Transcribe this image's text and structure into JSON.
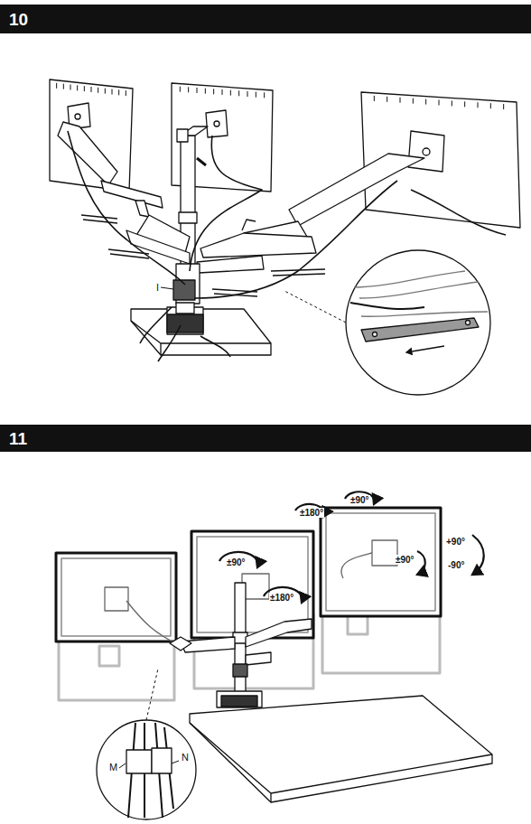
{
  "diagram": {
    "nodes": [
      {
        "text": [
          "10"
        ]
      },
      {
        "text": [
          "11"
        ]
      }
    ],
    "labels": [
      "I",
      "±180°",
      "±90°",
      "±90°",
      "±180°",
      "±90°",
      "+90°",
      "-90°",
      "M",
      "N"
    ]
  }
}
